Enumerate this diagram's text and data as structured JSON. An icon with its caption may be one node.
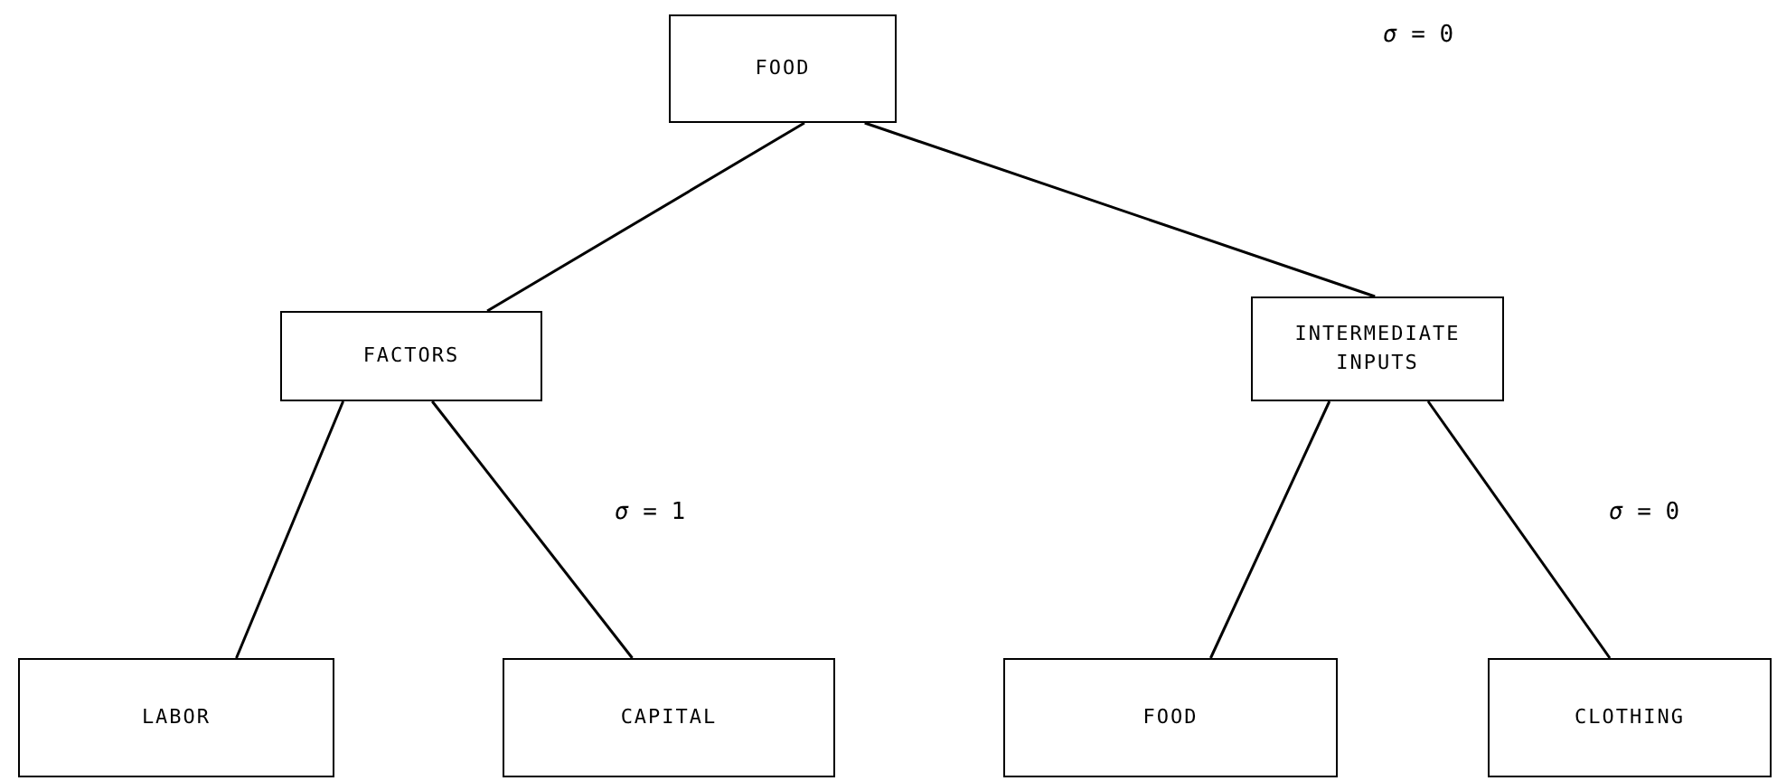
{
  "diagram": {
    "nodes": [
      {
        "text": [
          "FOOD"
        ]
      },
      {
        "text": [
          "FACTORS"
        ]
      },
      {
        "text": [
          "INTERMEDIATE INPUTS"
        ]
      },
      {
        "text": [
          "LABOR"
        ]
      },
      {
        "text": [
          "CAPITAL"
        ]
      },
      {
        "text": [
          "FOOD"
        ]
      },
      {
        "text": [
          "CLOTHING"
        ]
      }
    ],
    "edges": [
      {
        "from": 0,
        "to": 1,
        "arrow": "none"
      },
      {
        "from": 0,
        "to": 2,
        "arrow": "none"
      },
      {
        "from": 1,
        "to": 3,
        "arrow": "none"
      },
      {
        "from": 1,
        "to": 4,
        "arrow": "none"
      },
      {
        "from": 2,
        "to": 5,
        "arrow": "none"
      },
      {
        "from": 2,
        "to": 6,
        "arrow": "none"
      }
    ],
    "labels": [
      "*σ* = 0",
      "*σ* = 1",
      "*σ* = 0"
    ]
  }
}
